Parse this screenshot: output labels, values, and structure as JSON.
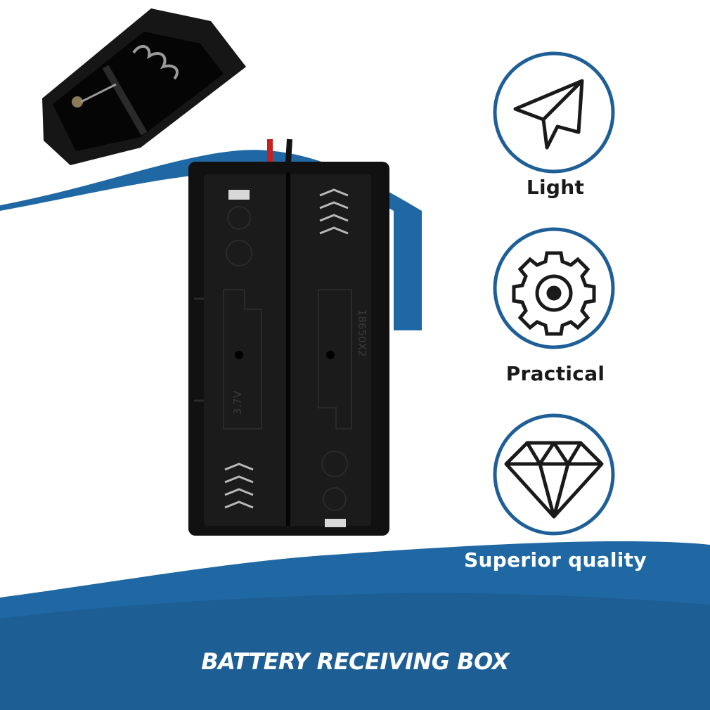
{
  "features": [
    {
      "label": "Light",
      "icon": "paper-plane-icon"
    },
    {
      "label": "Practical",
      "icon": "gear-icon"
    },
    {
      "label": "Superior quality",
      "icon": "diamond-icon"
    }
  ],
  "banner": {
    "title": "BATTERY RECEIVING BOX"
  },
  "product": {
    "left_slot_marking": "3.7V",
    "right_slot_marking": "18650X2"
  },
  "colors": {
    "brand_blue": "#1f68a3",
    "dark_blue": "#1d5e94",
    "icon_outline": "#1f5f97",
    "product_black": "#141414"
  }
}
